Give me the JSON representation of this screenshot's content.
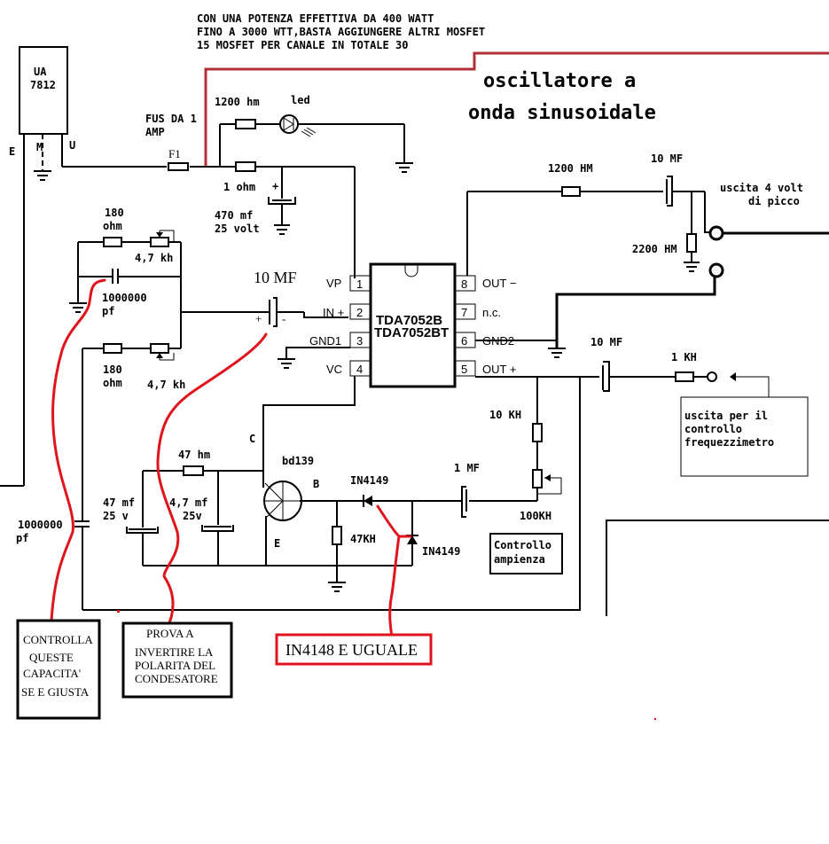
{
  "header_note": {
    "lines": [
      "CON UNA POTENZA EFFETTIVA DA 400 WATT",
      "FINO A 3000 WTT,BASTA AGGIUNGERE ALTRI MOSFET",
      "15 MOSFET PER CANALE IN TOTALE 30"
    ]
  },
  "title": {
    "line1": "oscillatore a",
    "line2": "onda sinusoidale"
  },
  "regulator": {
    "name_line1": "UA",
    "name_line2": "7812",
    "pin_e": "E",
    "pin_m": "M",
    "pin_u": "U"
  },
  "fuse": {
    "label_line1": "FUS DA 1",
    "label_line2": "AMP",
    "ref": "F1"
  },
  "led_branch": {
    "resistor": "1200 hm",
    "led": "led"
  },
  "supply_filter": {
    "resistor": "1 ohm",
    "cap_plus": "+",
    "cap_line1": "470 mf",
    "cap_line2": "25 volt"
  },
  "bridge": {
    "r_top_line1": "180",
    "r_top_line2": "ohm",
    "pot_top": "4,7 kh",
    "cap_line1": "1000000",
    "cap_line2": "pf",
    "r_bot_line1": "180",
    "r_bot_line2": "ohm",
    "pot_bot": "4,7 kh"
  },
  "input_cap": {
    "label": "10 MF",
    "plus": "+",
    "minus": "-"
  },
  "ic": {
    "name_line1": "TDA7052B",
    "name_line2": "TDA7052BT",
    "pins": [
      {
        "num": "1",
        "label": "VP"
      },
      {
        "num": "2",
        "label": "IN +"
      },
      {
        "num": "3",
        "label": "GND1"
      },
      {
        "num": "4",
        "label": "VC"
      },
      {
        "num": "5",
        "label": "OUT +"
      },
      {
        "num": "6",
        "label": "GND2"
      },
      {
        "num": "7",
        "label": "n.c."
      },
      {
        "num": "8",
        "label": "OUT −"
      }
    ]
  },
  "output_stage": {
    "resistor": "1200 HM",
    "cap": "10 MF",
    "load": "2200 HM",
    "out_line1": "uscita 4 volt",
    "out_line2": "di picco"
  },
  "freq_out": {
    "cap": "10 MF",
    "resistor": "1 KH",
    "note_line1": "uscita per il",
    "note_line2": "controllo",
    "note_line3": "frequezzimetro"
  },
  "transistor_stage": {
    "transistor": "bd139",
    "pin_c": "C",
    "pin_b": "B",
    "pin_e": "E",
    "r_emitter_feed": "47 hm",
    "cap1_line1": "47 mf",
    "cap1_line2": "25 v",
    "cap2_line1": "4,7 mf",
    "cap2_line2": "25v",
    "big_cap_line1": "1000000",
    "big_cap_line2": "pf",
    "diode1": "IN4149",
    "diode2": "IN4149",
    "r_base": "47KH",
    "cap_ac": "1 MF",
    "r_fixed": "10 KH",
    "pot": "100KH",
    "amp_note_line1": "Controllo",
    "amp_note_line2": "ampienza"
  },
  "annotations": {
    "check_caps": [
      "CONTROLLA",
      "QUESTE",
      "CAPACITA'",
      "SE E GIUSTA"
    ],
    "reverse_polarity": [
      "PROVA A",
      "INVERTIRE LA",
      "POLARITA DEL",
      "CONDESATORE"
    ],
    "diode_equiv": "IN4148 E UGUALE",
    "annotation_color": "#e0141c"
  }
}
